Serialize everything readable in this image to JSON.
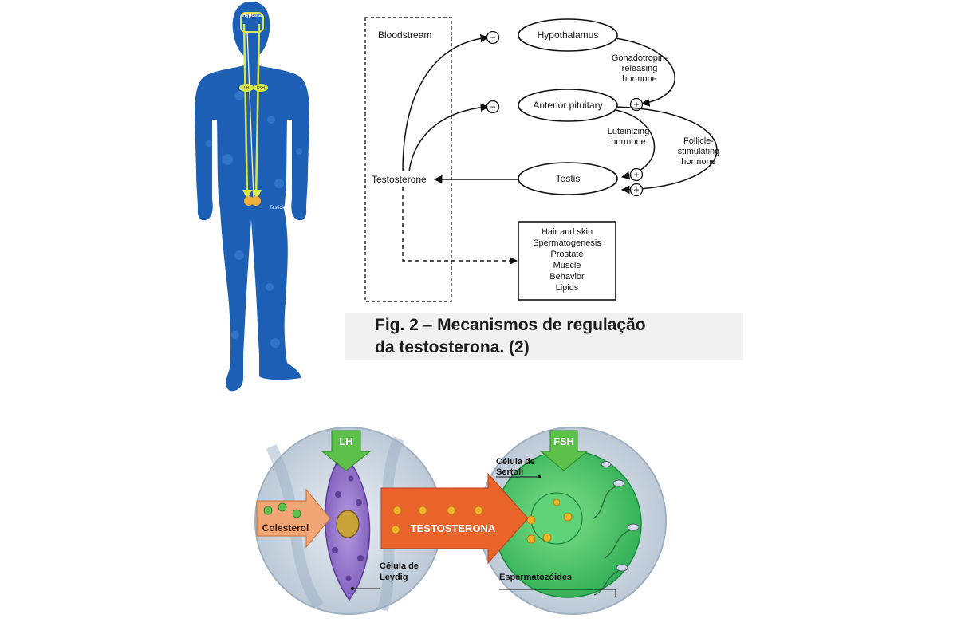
{
  "figure_caption": {
    "line1": "Fig. 2 – Mecanismos de regulação",
    "line2": "da testosterona. (2)"
  },
  "body_figure": {
    "head_label": "Hypotha",
    "left_marker": "LH",
    "right_marker": "FSH",
    "testes_label": "Testicles",
    "colors": {
      "body": "#1d5fb5",
      "arrow": "#d8e84a"
    }
  },
  "regulation_diagram": {
    "bloodstream": "Bloodstream",
    "hypothalamus": "Hypothalamus",
    "anterior_pituitary": "Anterior pituitary",
    "testis": "Testis",
    "testosterone": "Testosterone",
    "gnrh": [
      "Gonadotropin-",
      "releasing",
      "hormone"
    ],
    "lh": [
      "Luteinizing",
      "hormone"
    ],
    "fsh": [
      "Follicle-",
      "stimulating",
      "hormone"
    ],
    "minus_sign": "−",
    "plus_sign": "+",
    "targets": [
      "Hair and skin",
      "Spermatogenesis",
      "Prostate",
      "Muscle",
      "Behavior",
      "Lipids"
    ]
  },
  "cell_diagram": {
    "lh_label": "LH",
    "fsh_label": "FSH",
    "colesterol": "Colesterol",
    "testosterona": "TESTOSTERONA",
    "leydig": [
      "Célula de",
      "Leydig"
    ],
    "sertoli": [
      "Célula de",
      "Sertoli"
    ],
    "espermatozoides": "Espermatozóides",
    "colors": {
      "leydig_cell": "#8c6cc4",
      "sertoli_cell": "#44c86a",
      "hormone_arrow": "#e8642a",
      "stimulus_arrow": "#5cc04a",
      "granule": "#f0b428"
    }
  }
}
